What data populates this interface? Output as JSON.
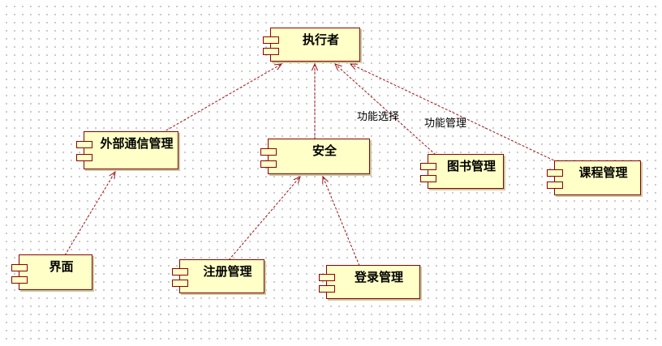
{
  "diagram": {
    "type": "component-diagram",
    "colors": {
      "component_fill": "#ffffc8",
      "component_border": "#8b0000",
      "dependency_line": "#a01010"
    },
    "components": [
      {
        "id": "executor",
        "label": "执行者"
      },
      {
        "id": "external-comm",
        "label": "外部通信管理"
      },
      {
        "id": "security",
        "label": "安全"
      },
      {
        "id": "library",
        "label": "图书管理"
      },
      {
        "id": "course",
        "label": "课程管理"
      },
      {
        "id": "interface",
        "label": "界面"
      },
      {
        "id": "register",
        "label": "注册管理"
      },
      {
        "id": "login",
        "label": "登录管理"
      }
    ],
    "dependencies": [
      {
        "from": "external-comm",
        "to": "executor",
        "label": ""
      },
      {
        "from": "security",
        "to": "executor",
        "label": ""
      },
      {
        "from": "library",
        "to": "executor",
        "label": "功能选择"
      },
      {
        "from": "course",
        "to": "executor",
        "label": "功能管理"
      },
      {
        "from": "interface",
        "to": "external-comm",
        "label": ""
      },
      {
        "from": "register",
        "to": "security",
        "label": ""
      },
      {
        "from": "login",
        "to": "security",
        "label": ""
      }
    ]
  }
}
